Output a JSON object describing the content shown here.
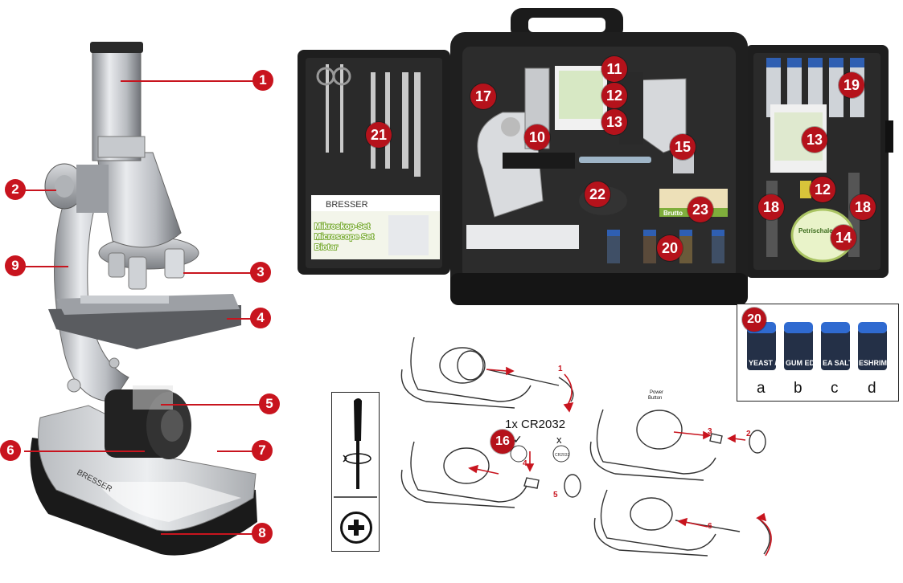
{
  "microscope": {
    "brand": "BRESSER",
    "callouts": [
      "1",
      "2",
      "3",
      "4",
      "5",
      "6",
      "7",
      "8",
      "9"
    ]
  },
  "case": {
    "callouts": [
      "21",
      "17",
      "11",
      "12",
      "13",
      "10",
      "15",
      "22",
      "23",
      "20",
      "19",
      "13",
      "12",
      "18",
      "18",
      "14"
    ],
    "box_brand": "BRESSER",
    "box_text_line1": "Mikroskop-Set",
    "box_text_line2": "Microscope Set",
    "box_text_line3": "Biotar",
    "label_brine": "Brutto",
    "label_petri": "Petrischale"
  },
  "vials": {
    "badge": "20",
    "items": [
      {
        "label": "YEAST /",
        "letter": "a"
      },
      {
        "label": "GUM ED",
        "letter": "b"
      },
      {
        "label": "EA SALT",
        "letter": "c"
      },
      {
        "label": "ESHRIMPE",
        "letter": "d"
      }
    ]
  },
  "battery": {
    "badge": "16",
    "title": "1x CR2032",
    "ok_mark": "✓",
    "no_mark": "x",
    "coin_label": "CR2032",
    "power_label_line1": "Power",
    "power_label_line2": "Button",
    "steps": [
      "1",
      "2",
      "3",
      "4",
      "5",
      "6"
    ]
  },
  "colors": {
    "accent_red": "#c8141e",
    "case_black": "#1e1e1e"
  }
}
